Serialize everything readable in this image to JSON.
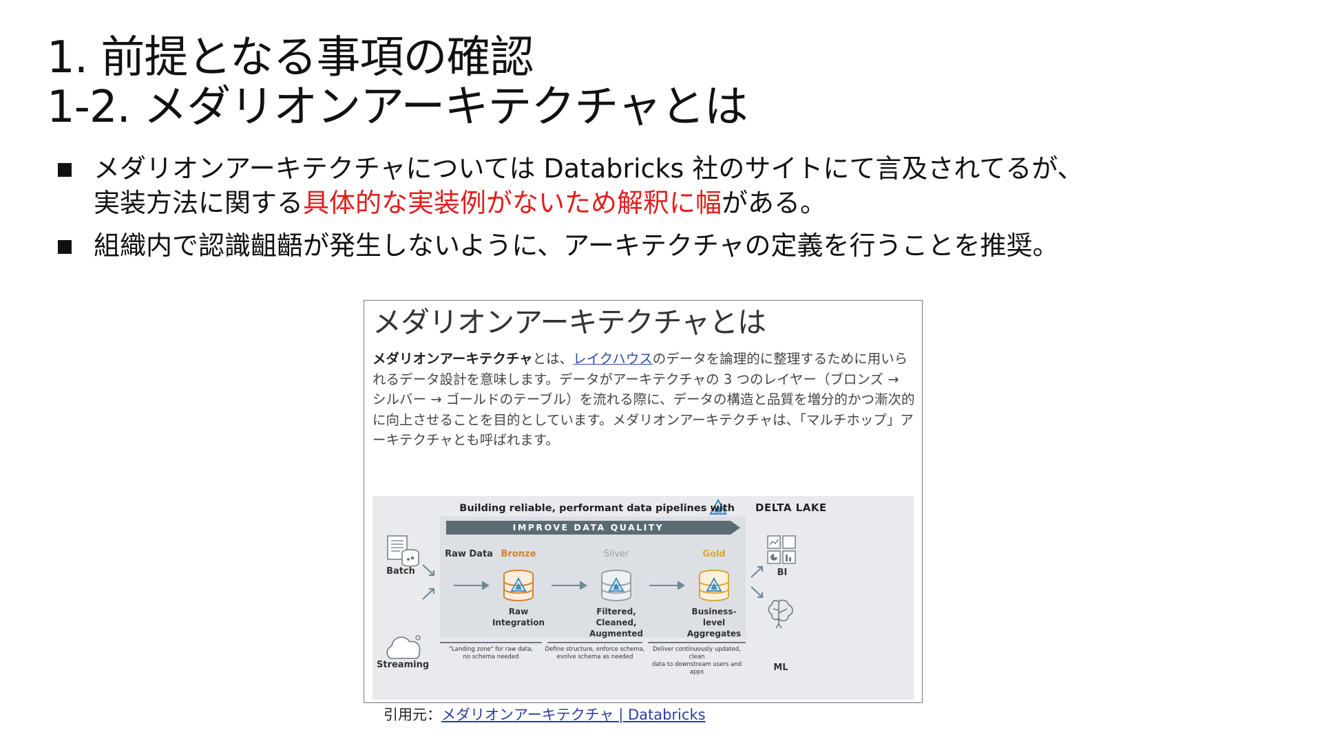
{
  "title": {
    "line1": "1. 前提となる事項の確認",
    "line2": "1-2. メダリオンアーキテクチャとは"
  },
  "bullets": [
    {
      "line1": "メダリオンアーキテクチャについては Databricks 社のサイトにて言及されてるが、",
      "line2_prefix": "実装方法に関する",
      "line2_highlight": "具体的な実装例がないため解釈に幅",
      "line2_suffix": "がある。"
    },
    {
      "text": "組織内で認識齟齬が発生しないように、アーキテクチャの定義を行うことを推奨。"
    }
  ],
  "figure": {
    "heading": "メダリオンアーキテクチャとは",
    "para_bold": "メダリオンアーキテクチャ",
    "para_1": "とは、",
    "para_link": "レイクハウス",
    "para_2": "のデータを論理的に整理するために用いられるデータ設計を意味します。データがアーキテクチャの 3 つのレイヤー（ブロンズ → シルバー → ゴールドのテーブル）を流れる際に、データの構造と品質を増分的かつ漸次的に向上させることを目的としています。メダリオンアーキテクチャは、「マルチホップ」アーキテクチャとも呼ばれます。",
    "diagram": {
      "title": "Building reliable, performant data pipelines with",
      "brand": "DELTA LAKE",
      "banner": "IMPROVE DATA QUALITY",
      "raw_data": "Raw Data",
      "bronze": "Bronze",
      "silver": "Silver",
      "gold": "Gold",
      "batch": "Batch",
      "streaming": "Streaming",
      "bi": "BI",
      "ml": "ML",
      "bronze_desc": "Raw\nIntegration",
      "silver_desc": "Filtered,\nCleaned,\nAugmented",
      "gold_desc": "Business-\nlevel\nAggregates",
      "note_bronze": "\"Landing zone\" for raw data,\nno schema needed",
      "note_silver": "Define structure, enforce schema,\nevolve schema as needed",
      "note_gold": "Deliver continuously updated, clean\ndata to downstream users and apps",
      "colors": {
        "bronze": "#d4822a",
        "silver": "#9a9fa6",
        "gold": "#d6a83a",
        "banner": "#5b6b72",
        "arrow": "#6e8a94",
        "delta": "#3a8fc4"
      }
    }
  },
  "caption": {
    "prefix": "引用元：",
    "link": "メダリオンアーキテクチャ | Databricks"
  }
}
